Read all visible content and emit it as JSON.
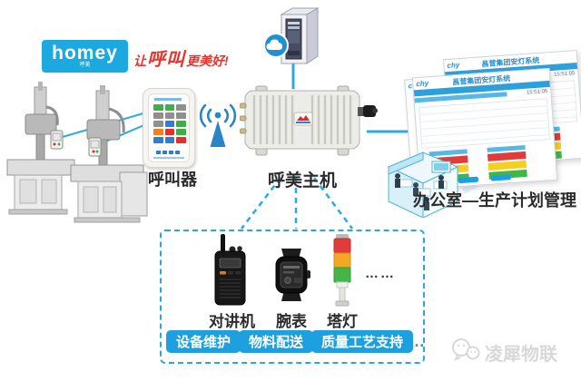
{
  "colors": {
    "brand_blue": "#1ba9e0",
    "line_blue": "#29abe2",
    "dashed_border_blue": "#29a8e0",
    "button_blue": "#1e9fe0",
    "tagline_red": "#e8332a",
    "wifi_blue": "#2b85c4",
    "screen_header_blue": "#2da0dc",
    "status_red": "#e23b3b",
    "status_yellow": "#f5a623",
    "status_green": "#43b649",
    "watermark_gray": "#d8d8d8"
  },
  "logo": {
    "word": "homey",
    "sub": "呼美"
  },
  "tagline": {
    "pre": "让",
    "mid": "呼叫",
    "post": "更美好!"
  },
  "caller": {
    "label": "呼叫器",
    "keypad_colors": [
      [
        "#3fae49",
        "#3fae49",
        "#8f8f8f"
      ],
      [
        "#8f8f8f",
        "#8f8f8f",
        "#8f8f8f"
      ],
      [
        "#8f8f8f",
        "#2f7fd0",
        "#3fae49"
      ],
      [
        "#f08020",
        "#e03030",
        "#3fae49"
      ],
      [
        "#2f7fd0",
        "#2f7fd0",
        "#e03030"
      ]
    ]
  },
  "host": {
    "label": "呼美主机"
  },
  "screens": {
    "logo": "chy",
    "title": "昌营集团安灯系统",
    "time": "15:51:05"
  },
  "office": {
    "label": "办公室—生产计划管理"
  },
  "device_box": {
    "devices": [
      {
        "icon": "walkie-talkie-icon",
        "label": "对讲机"
      },
      {
        "icon": "wrist-watch-icon",
        "label": "腕表"
      },
      {
        "icon": "tower-light-icon",
        "label": "塔灯"
      }
    ],
    "ellipsis": "……",
    "buttons": [
      {
        "label": "设备维护"
      },
      {
        "label": "物料配送"
      },
      {
        "label": "质量工艺支持"
      }
    ],
    "buttons_ellipsis": "…"
  },
  "watermark": {
    "text": "凌犀物联"
  }
}
